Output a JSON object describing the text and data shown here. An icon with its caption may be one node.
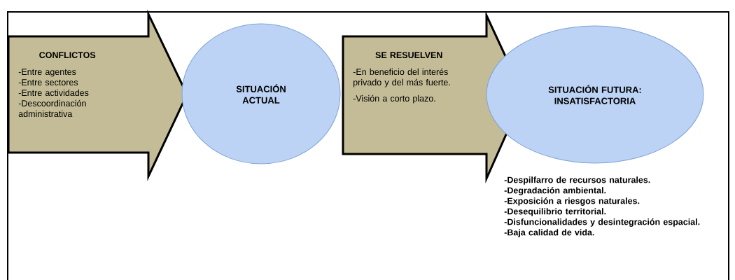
{
  "diagram": {
    "nodes": [
      {
        "text": [
          "CONFLICTOS",
          "-Entre agentes",
          "-Entre sectores",
          "-Entre actividades",
          "-Descoordinación administrativa"
        ]
      },
      {
        "text": [
          "SITUACIÓN ACTUAL"
        ]
      },
      {
        "text": [
          "SE RESUELVEN",
          "-En beneficio del interés privado y del más fuerte.",
          "-Visión a corto plazo."
        ]
      },
      {
        "text": [
          "SITUACIÓN FUTURA: INSATISFACTORIA"
        ],
        "beside": [
          "-Despilfarro de recursos naturales.",
          "-Degradación ambiental.",
          "-Exposición a riesgos naturales.",
          "-Desequilibrio territorial.",
          "-Disfuncionalidades y desintegración espacial.",
          "-Baja calidad de vida."
        ]
      }
    ]
  }
}
